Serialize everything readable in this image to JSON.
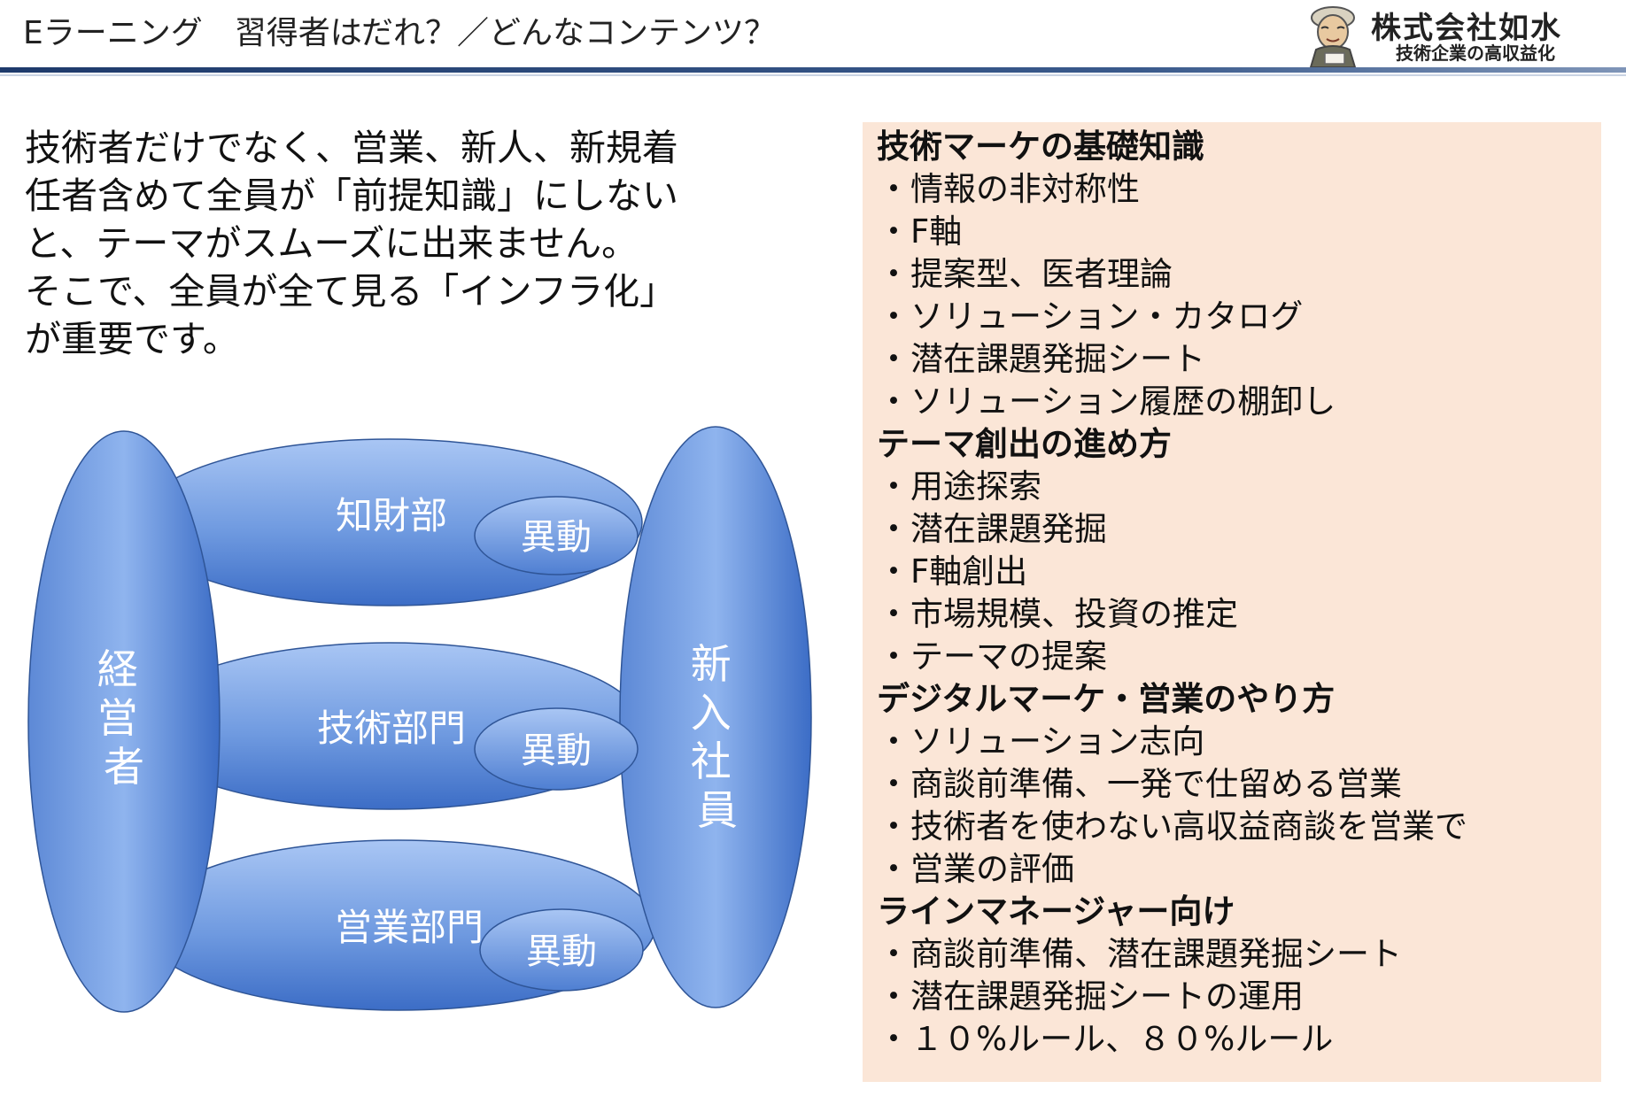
{
  "header": {
    "title": "Eラーニング　習得者はだれ？／どんなコンテンツ？",
    "logo_name": "株式会社如水",
    "logo_tagline": "技術企業の高収益化"
  },
  "intro": {
    "text": "技術者だけでなく、営業、新人、新規着\n任者含めて全員が「前提知識」にしない\nと、テーマがスムーズに出来ません。\nそこで、全員が全て見る「インフラ化」\nが重要です。"
  },
  "diagram": {
    "left_pillar": "経営者",
    "right_pillar": "新入社員",
    "departments": [
      {
        "label": "知財部",
        "badge": "異動"
      },
      {
        "label": "技術部門",
        "badge": "異動"
      },
      {
        "label": "営業部門",
        "badge": "異動"
      }
    ],
    "colors": {
      "fill_light": "#8fb4ee",
      "fill_dark": "#3c6dc6",
      "stroke": "#2f5597"
    }
  },
  "contents": {
    "bullet": "・",
    "sections": [
      {
        "title": "技術マーケの基礎知識",
        "items": [
          "情報の非対称性",
          "F軸",
          "提案型、医者理論",
          "ソリューション・カタログ",
          "潜在課題発掘シート",
          "ソリューション履歴の棚卸し"
        ]
      },
      {
        "title": "テーマ創出の進め方",
        "items": [
          "用途探索",
          "潜在課題発掘",
          "F軸創出",
          "市場規模、投資の推定",
          "テーマの提案"
        ]
      },
      {
        "title": "デジタルマーケ・営業のやり方",
        "items": [
          "ソリューション志向",
          "商談前準備、一発で仕留める営業",
          "技術者を使わない高収益商談を営業で",
          "営業の評価"
        ]
      },
      {
        "title": "ラインマネージャー向け",
        "items": [
          "商談前準備、潜在課題発掘シート",
          "潜在課題発掘シートの運用",
          "１０%ルール、８０%ルール"
        ]
      }
    ],
    "panel_color": "#fbe6d7"
  }
}
